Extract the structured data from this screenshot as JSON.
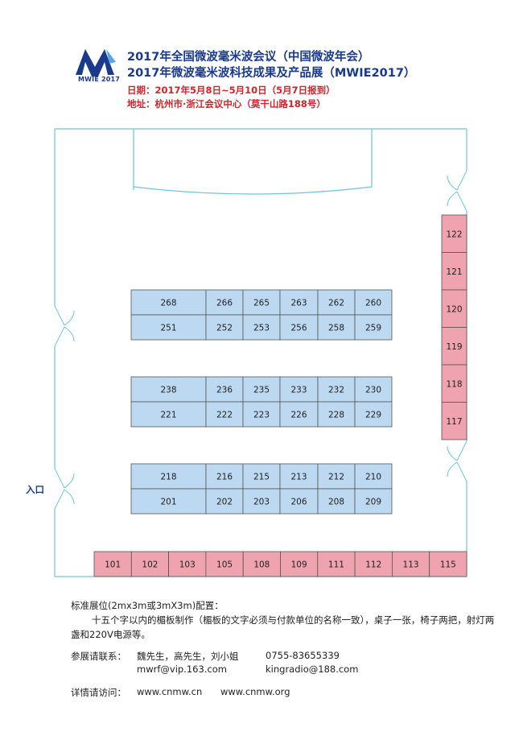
{
  "header": {
    "logo_text": "MWIE 2017",
    "title_line1": "2017年全国微波毫米波会议（中国微波年会）",
    "title_line2": "2017年微波毫米波科技成果及产品展（MWIE2017）",
    "date_line": "日期：2017年5月8日~5月10日（5月7日报到）",
    "address_line": "地址：杭州市·浙江会议中心（莫干山路188号）"
  },
  "floor_plan": {
    "entrance_label": "入口",
    "colors": {
      "wall": "#6fc3dc",
      "booth_blue": "#bcd9f1",
      "booth_pink": "#efa3ae",
      "booth_border": "#555555"
    },
    "right_column": [
      "122",
      "121",
      "120",
      "119",
      "118",
      "117"
    ],
    "island_1_top": [
      "268",
      "266",
      "265",
      "263",
      "262",
      "260"
    ],
    "island_1_bottom": [
      "251",
      "252",
      "253",
      "256",
      "258",
      "259"
    ],
    "island_2_top": [
      "238",
      "236",
      "235",
      "233",
      "232",
      "230"
    ],
    "island_2_bottom": [
      "221",
      "222",
      "223",
      "226",
      "228",
      "229"
    ],
    "island_3_top": [
      "218",
      "216",
      "215",
      "213",
      "212",
      "210"
    ],
    "island_3_bottom": [
      "201",
      "202",
      "203",
      "206",
      "208",
      "209"
    ],
    "bottom_row": [
      "101",
      "102",
      "103",
      "105",
      "108",
      "109",
      "111",
      "112",
      "113",
      "115"
    ]
  },
  "notes": {
    "standard_booth": "标准展位(2mx3m或3mX3m)配置：",
    "booth_desc": "十五个字以内的楣板制作（楣板的文字必须与付款单位的名称一致），桌子一张，椅子两把，射灯两盏和220V电源等。",
    "contacts_label": "参展请联系：",
    "contacts_names": "魏先生，高先生，刘小姐",
    "phone": "0755-83655339",
    "email1": "mwrf@vip.163.com",
    "email2": "kingradio@188.com",
    "website_label": "详情请访问：",
    "site1": "www.cnmw.cn",
    "site2": "www.cnmw.org"
  }
}
